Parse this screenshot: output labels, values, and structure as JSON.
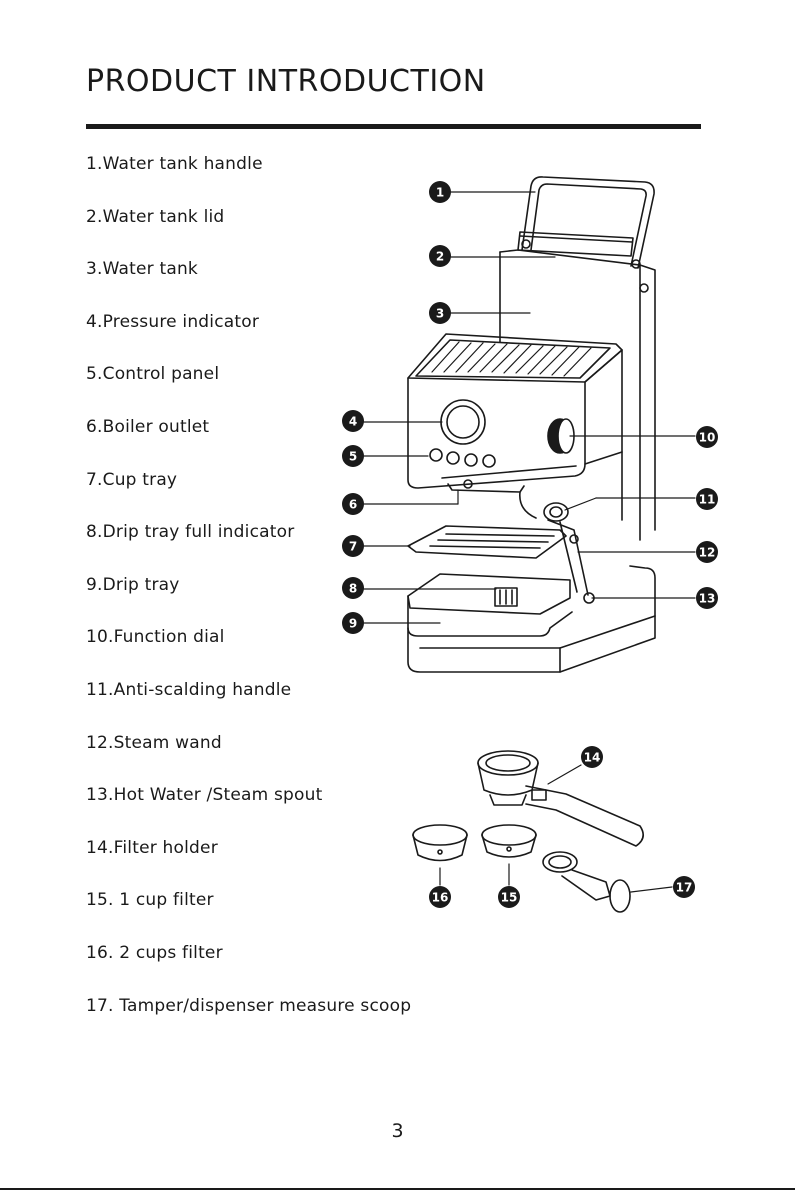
{
  "title": "PRODUCT INTRODUCTION",
  "parts": [
    "1.Water tank handle",
    "2.Water tank lid",
    "3.Water tank",
    "4.Pressure indicator",
    "5.Control panel",
    "6.Boiler outlet",
    "7.Cup tray",
    "8.Drip tray full indicator",
    "9.Drip tray",
    "10.Function dial",
    "11.Anti-scalding handle",
    "12.Steam wand",
    "13.Hot Water /Steam spout",
    "14.Filter holder",
    "15. 1 cup filter",
    "16. 2 cups filter",
    "17. Tamper/dispenser measure scoop"
  ],
  "callouts": [
    "1",
    "2",
    "3",
    "4",
    "5",
    "6",
    "7",
    "8",
    "9",
    "10",
    "11",
    "12",
    "13",
    "14",
    "15",
    "16",
    "17"
  ],
  "page_number": "3"
}
